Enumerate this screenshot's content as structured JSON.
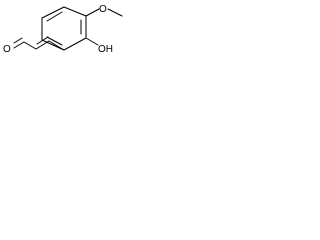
{
  "molecule": {
    "atoms": {
      "aldehyde_oxygen": "O",
      "methoxy_oxygen": "O",
      "hydroxyl_group": "OH"
    },
    "colors": {
      "bond": "#000000",
      "label": "#000000",
      "background": "#ffffff"
    }
  }
}
